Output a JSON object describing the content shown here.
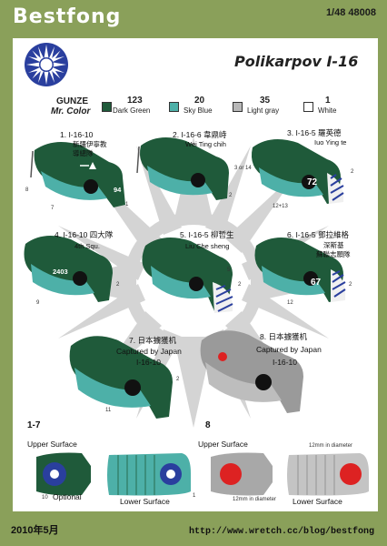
{
  "header": {
    "brand": "Bestfong",
    "scale": "1/48 48008"
  },
  "title": "Polikarpov  I-16",
  "legend": {
    "gunze": "GUNZE",
    "mrcolor": "Mr. Color",
    "colors": [
      {
        "num": "123",
        "name": "Dark Green",
        "hex": "#1f5a3a"
      },
      {
        "num": "20",
        "name": "Sky Blue",
        "hex": "#4db0a8"
      },
      {
        "num": "35",
        "name": "Light gray",
        "hex": "#b8b8b8"
      },
      {
        "num": "1",
        "name": "White",
        "hex": "#ffffff"
      }
    ]
  },
  "aircraft": [
    {
      "label": "1. I-16-10",
      "cn1": "新疆伊寧教",
      "cn2": "導總隊",
      "code": "94"
    },
    {
      "label": "2. I-16-6  韋鼎峙",
      "cn1": "Wei Ting chih",
      "cn2": "",
      "code": ""
    },
    {
      "label": "3. I-16-5  羅英德",
      "cn1": "Iuo Ying te",
      "cn2": "",
      "code": "72"
    },
    {
      "label": "4. I-16-10  四大隊",
      "cn1": "4th Squ.",
      "cn2": "",
      "code": "2403"
    },
    {
      "label": "5. I-16-5  柳哲生",
      "cn1": "Liu Che sheng",
      "cn2": "",
      "code": ""
    },
    {
      "label": "6. I-16-5  鄧拉維格",
      "cn1": "深斯基",
      "cn2": "蘇聯志願隊",
      "code": "67"
    },
    {
      "label": "7. 日本擄獲机",
      "cn1": "Captured by Japan",
      "cn2": "I-16-10",
      "code": ""
    },
    {
      "label": "8. 日本擄獲机",
      "cn1": "Captured by Japan",
      "cn2": "I-16-10",
      "code": ""
    }
  ],
  "callouts": [
    "8",
    "7",
    "1",
    "3 or 14",
    "2",
    "12+13",
    "2",
    "9",
    "2",
    "5",
    "2",
    "2",
    "12",
    "2",
    "11"
  ],
  "wings": {
    "left_title": "1-7",
    "right_title": "8",
    "upper": "Upper Surface",
    "lower": "Lower Surface",
    "optional": "Optional",
    "optional_num": "10",
    "upper_num": "1",
    "diam_top": "12mm in diameter",
    "diam_bottom": "12mm in diameter"
  },
  "footer": {
    "date": "2010年5月",
    "url": "http://www.wretch.cc/blog/bestfong"
  }
}
